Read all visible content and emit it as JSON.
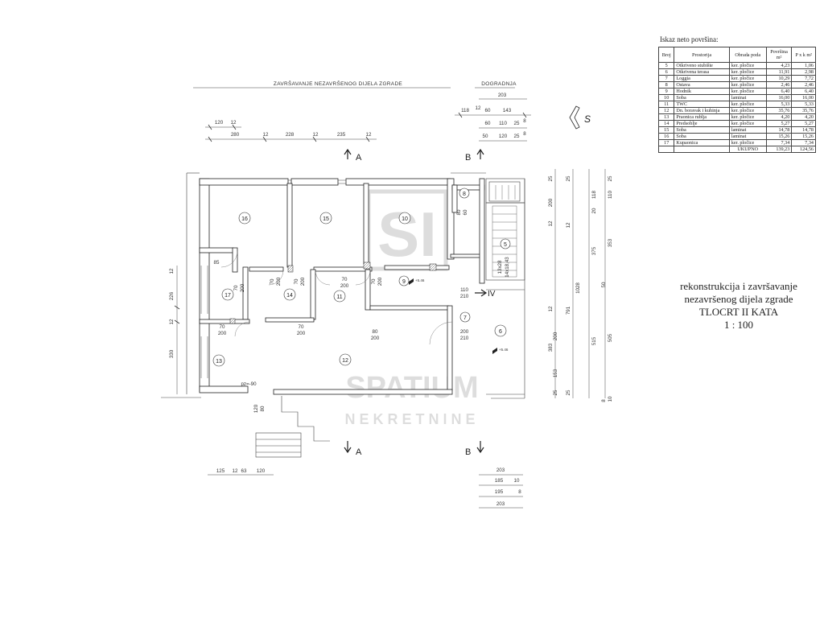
{
  "plan": {
    "headers": {
      "left": "ZAVRŠAVANJE NEZAVRŠENOG DIJELA ZGRADE",
      "right": "DOGRADNJA"
    },
    "dims_top": {
      "d120": "120",
      "d12a": "12",
      "d280": "280",
      "d12b": "12",
      "d228": "228",
      "d12c": "12",
      "d235": "235",
      "d12d": "12",
      "r203": "203",
      "r118": "118",
      "r12": "12",
      "r60a": "60",
      "r143": "143",
      "r60b": "60",
      "r110": "110",
      "r25": "25",
      "r8": "8",
      "r50": "50",
      "r120": "120",
      "r25b": "25",
      "r8b": "8"
    },
    "dims_left": {
      "l12a": "12",
      "l226": "226",
      "l12b": "12",
      "l330": "330"
    },
    "dims_right": {
      "a25": "25",
      "a200": "200",
      "a12": "12",
      "a791": "791",
      "a12b": "12",
      "a383": "383",
      "a200b": "200",
      "a153": "153",
      "a25b": "25",
      "b25": "25",
      "b118": "118",
      "b375": "375",
      "b1028": "1028",
      "b515": "515",
      "b25b": "25",
      "c20": "20",
      "c12": "12",
      "c50": "50",
      "c8": "8",
      "d25": "25",
      "d110": "110",
      "d353": "353",
      "d505": "505",
      "d10": "10"
    },
    "dims_bottom": {
      "e125": "125",
      "e12": "12",
      "e63": "63",
      "e120": "120",
      "f203": "203",
      "f185": "185",
      "f10": "10",
      "f195": "195",
      "f8": "8",
      "f203b": "203"
    },
    "sections": {
      "a": "A",
      "b": "B",
      "iv": "IV"
    },
    "rooms": {
      "r5": "5",
      "r6": "6",
      "r7": "7",
      "r8": "8",
      "r9": "9",
      "r10": "10",
      "r11": "11",
      "r12": "12",
      "r13": "13",
      "r14": "14",
      "r15": "15",
      "r16": "16",
      "r17": "17"
    },
    "doors": {
      "d85": "85",
      "d70_200_a": "70",
      "d70_200_a2": "200",
      "d70_200_b": "70",
      "d70_200_b2": "200",
      "d70_200_c": "70",
      "d70_200_c2": "200",
      "d70_200_d": "70",
      "d70_200_d2": "200",
      "d70_200_e": "70",
      "d70_200_e2": "200",
      "d70_200_f": "70",
      "d70_200_f2": "200",
      "d70_200_g": "70",
      "d70_200_g2": "200",
      "d80_200": "80",
      "d80_200b": "200",
      "d110_210": "110",
      "d110_210b": "210",
      "d200_210": "200",
      "d200_210b": "210",
      "d80_60a": "80",
      "d80_60b": "60",
      "d120_80a": "120",
      "d120_80b": "80",
      "pz": "pz=-90",
      "stair": "13x28",
      "stair2": "14x18,43",
      "lvl1": "+5.46",
      "lvl2": "+5.46"
    },
    "watermark": {
      "logo": "SI",
      "name": "SPATIUM",
      "sub": "NEKRETNINE"
    },
    "north_glyph": "S"
  },
  "area_table": {
    "caption": "Iskaz neto površina:",
    "headers": [
      "Broj",
      "Prostorija",
      "Obrada poda",
      "Površina m²",
      "P x k m²"
    ],
    "rows": [
      [
        "5",
        "Otkriveno stubište",
        "ker. pločice",
        "4,23",
        "1,06"
      ],
      [
        "6",
        "Otkrivena terasa",
        "ker. pločice",
        "11,91",
        "2,98"
      ],
      [
        "7",
        "Loggia",
        "ker. pločice",
        "10,29",
        "7,72"
      ],
      [
        "8",
        "Ostava",
        "ker. pločice",
        "2,46",
        "2,46"
      ],
      [
        "9",
        "Hodnik",
        "ker. pločice",
        "6,40",
        "6,40"
      ],
      [
        "10",
        "Soba",
        "laminat",
        "16,00",
        "16,00"
      ],
      [
        "11",
        "TWC",
        "ker. pločice",
        "5,33",
        "5,33"
      ],
      [
        "12",
        "Dn. boravak i kuhinja",
        "ker. pločice",
        "35,76",
        "35,76"
      ],
      [
        "13",
        "Praonica rublja",
        "ker. pločice",
        "4,20",
        "4,20"
      ],
      [
        "14",
        "Predsoblje",
        "ker. pločice",
        "5,27",
        "5,27"
      ],
      [
        "15",
        "Soba",
        "laminat",
        "14,78",
        "14,78"
      ],
      [
        "16",
        "Soba",
        "laminat",
        "15,26",
        "15,26"
      ],
      [
        "17",
        "Kupaonica",
        "ker. pločice",
        "7,34",
        "7,34"
      ]
    ],
    "total_label": "UKUPNO",
    "total_area": "139,23",
    "total_pxk": "124,56"
  },
  "title": {
    "line1": "rekonstrukcija i završavanje",
    "line2": "nezavršenog dijela zgrade",
    "line3": "TLOCRT II KATA",
    "line4": "1 : 100"
  }
}
